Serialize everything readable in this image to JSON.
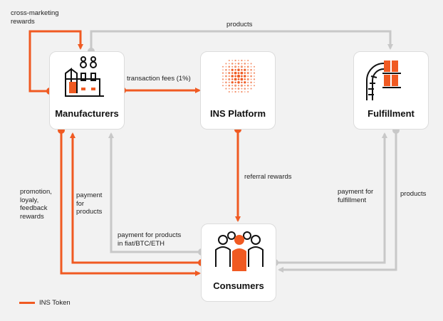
{
  "colors": {
    "token": "#f05a22",
    "flow": "#c8c8c8",
    "background": "#f2f2f2",
    "node_bg": "#ffffff"
  },
  "nodes": {
    "manufacturers": {
      "label": "Manufacturers",
      "icon": "factory-icon"
    },
    "platform": {
      "label": "INS Platform",
      "icon": "dot-sphere-logo-icon"
    },
    "fulfillment": {
      "label": "Fulfillment",
      "icon": "conveyor-boxes-icon"
    },
    "consumers": {
      "label": "Consumers",
      "icon": "people-group-icon"
    }
  },
  "edges": [
    {
      "from": "manufacturers",
      "to": "manufacturers",
      "label": "cross-marketing\nrewards",
      "type": "token"
    },
    {
      "from": "manufacturers",
      "to": "fulfillment",
      "label": "products",
      "type": "flow"
    },
    {
      "from": "manufacturers",
      "to": "platform",
      "label": "transaction fees (1%)",
      "type": "token"
    },
    {
      "from": "platform",
      "to": "consumers",
      "label": "referral rewards",
      "type": "token"
    },
    {
      "from": "manufacturers",
      "to": "consumers",
      "label": "promotion,\nloyaly,\nfeedback\nrewards",
      "type": "token"
    },
    {
      "from": "consumers",
      "to": "manufacturers",
      "label": "payment\nfor\nproducts",
      "type": "token"
    },
    {
      "from": "consumers",
      "to": "manufacturers",
      "label": "payment for products\nin fiat/BTC/ETH",
      "type": "flow"
    },
    {
      "from": "consumers",
      "to": "fulfillment",
      "label": "payment for\nfulfillment",
      "type": "flow"
    },
    {
      "from": "fulfillment",
      "to": "consumers",
      "label": "products",
      "type": "flow"
    }
  ],
  "legend": {
    "label": "INS Token"
  }
}
